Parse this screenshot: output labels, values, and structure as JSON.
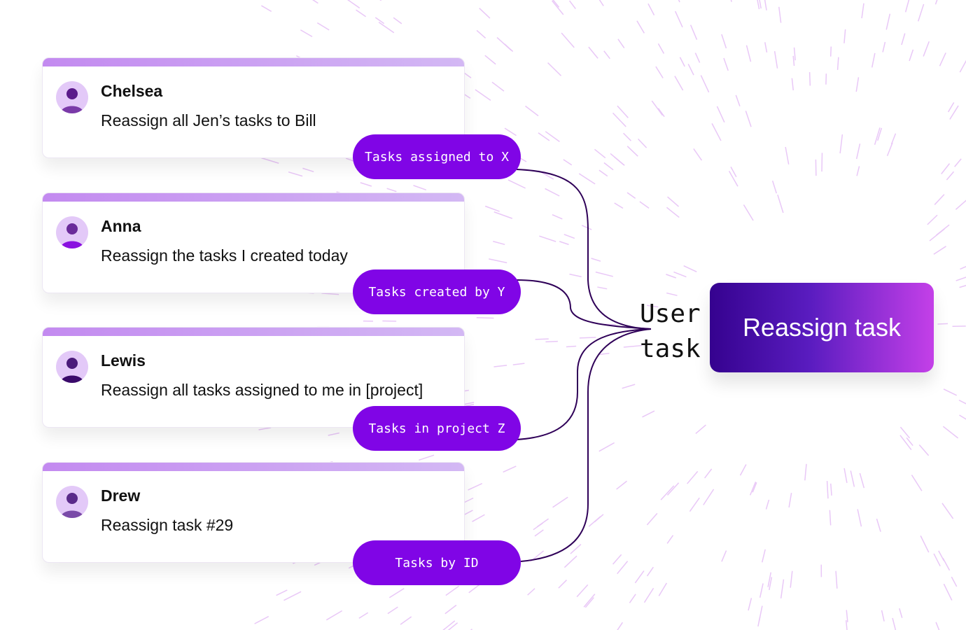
{
  "requests": [
    {
      "name": "Chelsea",
      "message": "Reassign all Jen’s tasks to Bill",
      "pill": "Tasks assigned to X"
    },
    {
      "name": "Anna",
      "message": "Reassign the tasks I created today",
      "pill": "Tasks created by Y"
    },
    {
      "name": "Lewis",
      "message": "Reassign all tasks assigned to me in [project]",
      "pill": "Tasks in project Z"
    },
    {
      "name": "Drew",
      "message": "Reassign task #29",
      "pill": "Tasks by ID"
    }
  ],
  "junction_label": "User task",
  "target_label": "Reassign task",
  "colors": {
    "pill": "#8005e6",
    "wire": "#2f0058",
    "dash": "#e9c8f7"
  }
}
